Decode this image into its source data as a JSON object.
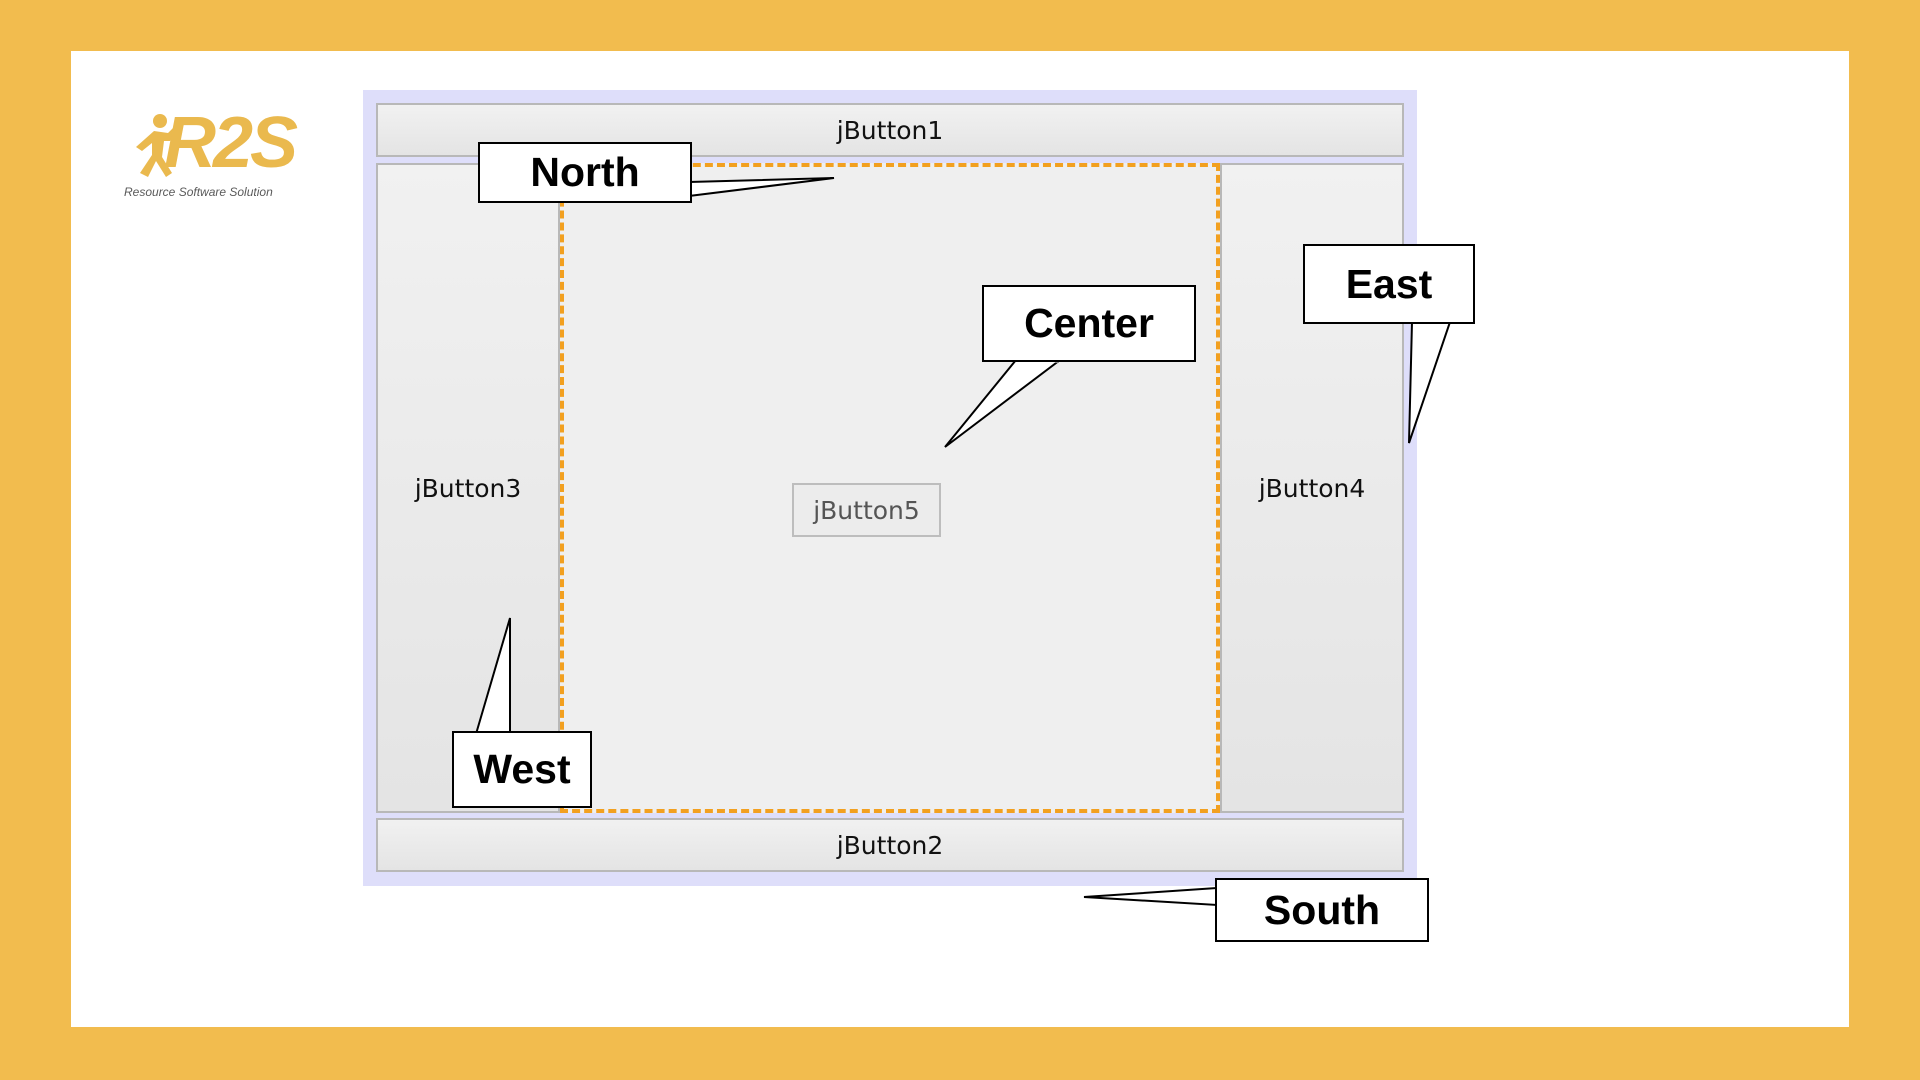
{
  "logo": {
    "mark": "R2S",
    "tagline": "Resource Software Solution",
    "icon": "running-figure-icon"
  },
  "layout_demo": {
    "north_button": "jButton1",
    "south_button": "jButton2",
    "west_button": "jButton3",
    "east_button": "jButton4",
    "center_button": "jButton5"
  },
  "callouts": {
    "north": "North",
    "center": "Center",
    "east": "East",
    "west": "West",
    "south": "South"
  },
  "colors": {
    "background": "#f2bc4e",
    "slide": "#ffffff",
    "frame_border": "#dedefa",
    "center_dash": "#f2a020",
    "logo": "#eab94e"
  }
}
